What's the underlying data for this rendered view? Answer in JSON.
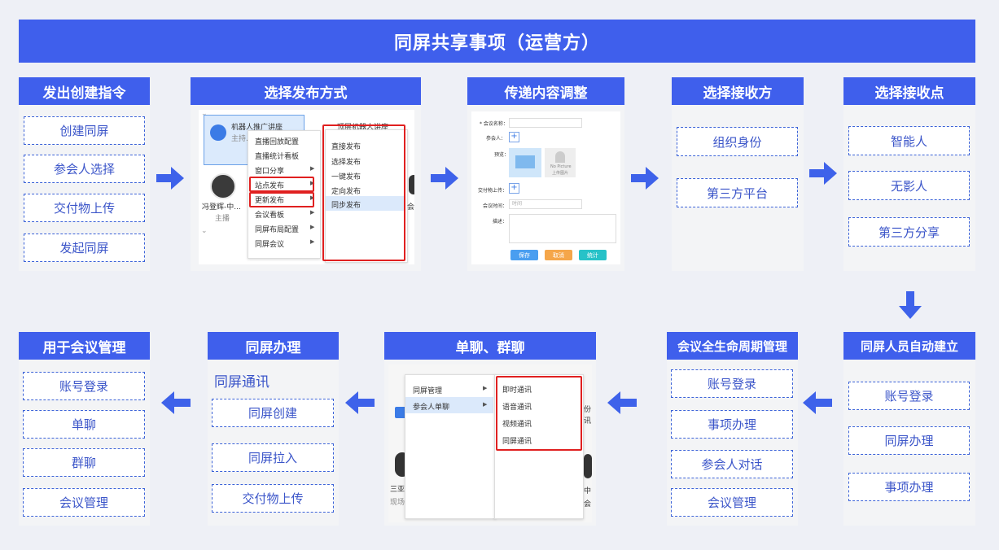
{
  "title": "同屏共享事项（运营方）",
  "row1": {
    "step1": {
      "head": "发出创建指令",
      "items": [
        "创建同屏",
        "参会人选择",
        "交付物上传",
        "发起同屏"
      ]
    },
    "step2": {
      "head": "选择发布方式",
      "card1_title": "机器人推广讲座",
      "card1_sub": "主持...",
      "card2_title": "顶层机器人讲座",
      "person_name": "冯登辉-中...",
      "person_role": "主播",
      "menu": [
        "直播回放配置",
        "直播统计看板",
        "窗口分享",
        "站点发布",
        "更新发布",
        "会议看板",
        "同屏布局配置",
        "同屏会议"
      ],
      "submenu": [
        "直接发布",
        "选择发布",
        "一键发布",
        "定向发布",
        "同步发布"
      ],
      "edge_text": "会世"
    },
    "step3": {
      "head": "传递内容调整",
      "labels": [
        "* 会议名称：",
        "参会人：",
        "预览：",
        "交付物上传：",
        "会议时间：",
        "描述："
      ],
      "time_placeholder": "时间",
      "no_picture": "No Picture",
      "upload_text": "上传图片",
      "buttons": [
        "保存",
        "取消",
        "统计"
      ]
    },
    "step4": {
      "head": "选择接收方",
      "items": [
        "组织身份",
        "第三方平台"
      ]
    },
    "step5": {
      "head": "选择接收点",
      "items": [
        "智能人",
        "无影人",
        "第三方分享"
      ]
    }
  },
  "row2": {
    "stepA": {
      "head": "同屏人员自动建立",
      "items": [
        "账号登录",
        "同屏办理",
        "事项办理"
      ]
    },
    "stepB": {
      "head": "会议全生命周期管理",
      "items": [
        "账号登录",
        "事项办理",
        "参会人对话",
        "会议管理"
      ]
    },
    "stepC": {
      "head": "单聊、群聊",
      "menu": [
        "同屏管理",
        "参会人单聊"
      ],
      "submenu": [
        "即时通讯",
        "语音通讯",
        "视频通讯",
        "同屏通讯"
      ],
      "edge_left": [
        "三亚郊",
        "现场"
      ],
      "edge_right": [
        "份",
        "讯",
        "中",
        "会"
      ]
    },
    "stepD": {
      "head": "同屏办理",
      "link": "同屏通讯",
      "items": [
        "同屏创建",
        "同屏拉入",
        "交付物上传"
      ]
    },
    "stepE": {
      "head": "用于会议管理",
      "items": [
        "账号登录",
        "单聊",
        "群聊",
        "会议管理"
      ]
    }
  },
  "colors": {
    "accent": "#3f5fec",
    "dashed": "#3c63d8",
    "text_blue": "#3b55c9",
    "highlight_red": "#e02020",
    "arrow": "#3e62ea"
  },
  "icons": [
    "arrow-right-icon",
    "arrow-down-icon",
    "arrow-left-icon",
    "avatar-icon",
    "image-placeholder-icon",
    "plus-icon",
    "chevron-right-icon"
  ]
}
